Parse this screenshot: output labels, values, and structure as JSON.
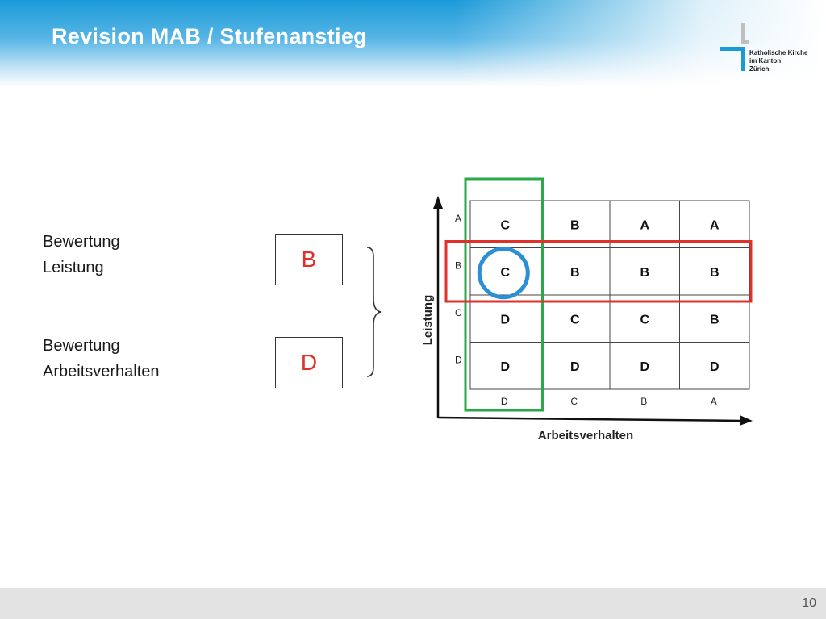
{
  "slide": {
    "title": "Revision MAB / Stufenanstieg",
    "page_number": "10"
  },
  "logo": {
    "lines": [
      "Katholische Kirche",
      "im Kanton",
      "Zürich"
    ],
    "color": "#1b9ad8"
  },
  "left": {
    "leistung_label": [
      "Bewertung",
      "Leistung"
    ],
    "arbeit_label": [
      "Bewertung",
      "Arbeitsverhalten"
    ],
    "leistung_grade": "B",
    "arbeit_grade": "D"
  },
  "matrix": {
    "y_axis_label": "Leistung",
    "x_axis_label": "Arbeitsverhalten",
    "row_labels": [
      "A",
      "B",
      "C",
      "D"
    ],
    "col_labels": [
      "D",
      "C",
      "B",
      "A"
    ],
    "cells": [
      [
        "C",
        "B",
        "A",
        "A"
      ],
      [
        "C",
        "B",
        "B",
        "B"
      ],
      [
        "D",
        "C",
        "C",
        "B"
      ],
      [
        "D",
        "D",
        "D",
        "D"
      ]
    ],
    "highlight_row_index": 1,
    "highlight_col_index": 0,
    "row_highlight_color": "#e0302a",
    "col_highlight_color": "#2aa84a",
    "circle_color": "#2b8fd6"
  }
}
